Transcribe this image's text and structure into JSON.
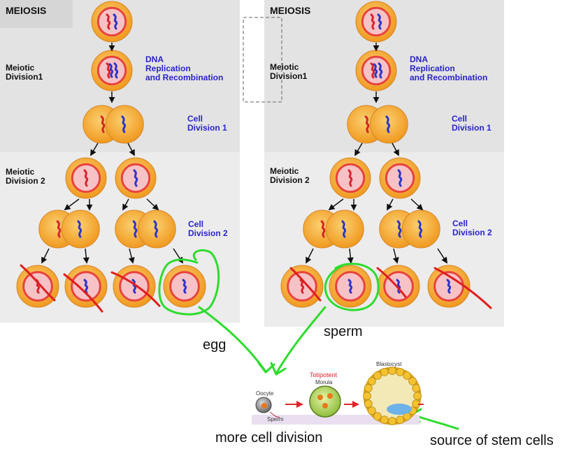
{
  "colors": {
    "panel_bg": "#e3e3e3",
    "panel_bg_lower": "#ececec",
    "cell_outer": "#f3a32e",
    "nucleus_ring": "#e8433d",
    "nucleus_fill": "#f6c2c6",
    "chrom_red": "#d9232a",
    "chrom_blue": "#2c35c9",
    "annotation_green": "#2ddc2d",
    "label_blue": "#2a24c8"
  },
  "panels": [
    {
      "title": "MEIOSIS",
      "labels": {
        "meiotic_division_1_line1": "Meiotic",
        "meiotic_division_1_line2": "Division1",
        "dna_line1": "DNA",
        "dna_line2": "Replication",
        "dna_line3": "and Recombination",
        "cell_division_1_line1": "Cell",
        "cell_division_1_line2": "Division 1",
        "meiotic_division_2_line1": "Meiotic",
        "meiotic_division_2_line2": "Division 2",
        "cell_division_2_line1": "Cell",
        "cell_division_2_line2": "Division 2"
      }
    },
    {
      "title": "MEIOSIS",
      "labels": {
        "meiotic_division_1_line1": "Meiotic",
        "meiotic_division_1_line2": "Division1",
        "dna_line1": "DNA",
        "dna_line2": "Replication",
        "dna_line3": "and Recombination",
        "cell_division_1_line1": "Cell",
        "cell_division_1_line2": "Division 1",
        "meiotic_division_2_line1": "Meiotic",
        "meiotic_division_2_line2": "Division 2",
        "cell_division_2_line1": "Cell",
        "cell_division_2_line2": "Division 2"
      }
    }
  ],
  "annotations": {
    "egg": "egg",
    "sperm": "sperm",
    "more_cell_division": "more cell division",
    "source_of_stem_cells": "source of stem cells"
  },
  "embryo_inset": {
    "oocyte": "Oocyte",
    "sperm": "Sperm",
    "totipotent": "Totipotent",
    "morula": "Morula",
    "blastocyst": "Blastocyst"
  }
}
